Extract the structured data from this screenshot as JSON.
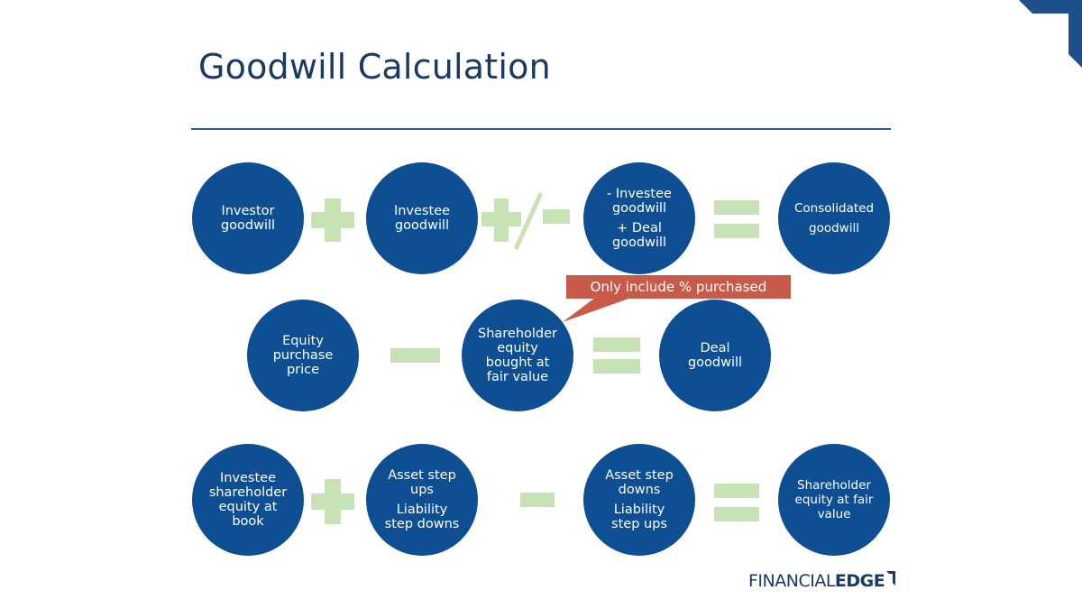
{
  "slide": {
    "title": "Goodwill Calculation"
  },
  "row1": {
    "c1": [
      "Investor",
      "goodwill"
    ],
    "c2": [
      "Investee",
      "goodwill"
    ],
    "c3a": [
      "- Investee",
      "goodwill"
    ],
    "c3b": [
      "+ Deal",
      "goodwill"
    ],
    "c4": [
      "Consolidated",
      "goodwill"
    ]
  },
  "row2": {
    "c1": [
      "Equity",
      "purchase",
      "price"
    ],
    "c2": [
      "Shareholder",
      "equity",
      "bought at",
      "fair value"
    ],
    "c3": [
      "Deal",
      "goodwill"
    ],
    "callout": "Only include % purchased"
  },
  "row3": {
    "c1": [
      "Investee",
      "shareholder",
      "equity at",
      "book"
    ],
    "c2a": [
      "Asset step",
      "ups"
    ],
    "c2b": [
      "Liability",
      "step downs"
    ],
    "c3a": [
      "Asset step",
      "downs"
    ],
    "c3b": [
      "Liability",
      "step ups"
    ],
    "c4": [
      "Shareholder",
      "equity at fair",
      "value"
    ]
  },
  "logo": {
    "part1": "FINANCIAL",
    "part2": "EDGE"
  },
  "colors": {
    "circle": "#0d4f92",
    "operator": "#c7e3b6",
    "callout": "#c85a4a",
    "title": "#1b3a63"
  }
}
